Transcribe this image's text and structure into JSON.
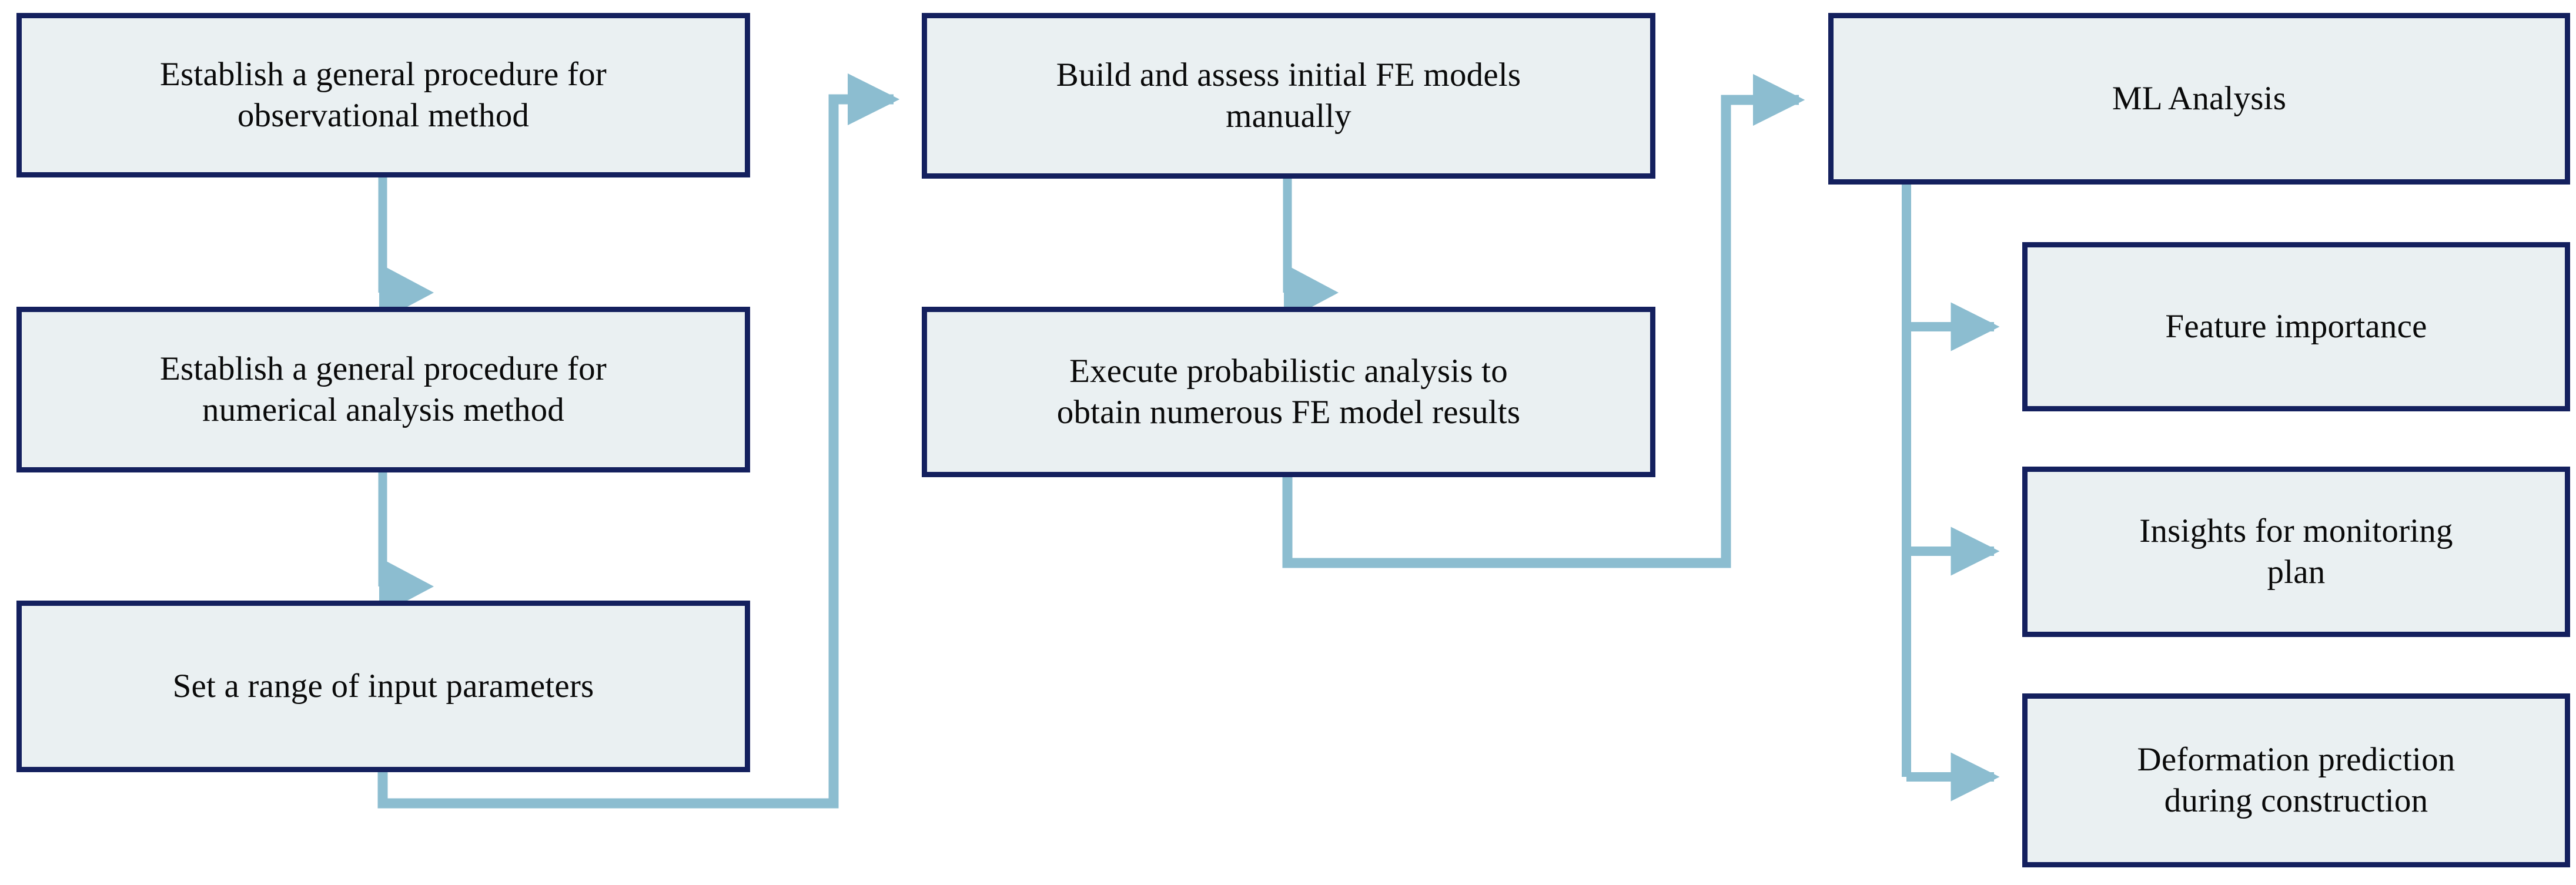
{
  "diagram": {
    "title": "Research workflow flowchart",
    "colors": {
      "node_fill": "#eaf0f2",
      "node_border": "#14205e",
      "connector": "#8cbdd0",
      "background": "#ffffff",
      "text": "#0a0a0a"
    },
    "nodes": [
      {
        "id": "observational",
        "label": "Establish a general procedure for\nobservational method"
      },
      {
        "id": "numerical",
        "label": "Establish a general procedure for\nnumerical analysis method"
      },
      {
        "id": "params",
        "label": "Set a range of input parameters"
      },
      {
        "id": "build",
        "label": "Build and assess initial FE models\nmanually"
      },
      {
        "id": "execute",
        "label": "Execute probabilistic analysis to\nobtain numerous FE model results"
      },
      {
        "id": "ml",
        "label": "ML Analysis"
      },
      {
        "id": "feature",
        "label": "Feature importance"
      },
      {
        "id": "insights",
        "label": "Insights for monitoring\nplan"
      },
      {
        "id": "deformation",
        "label": "Deformation prediction\nduring construction"
      }
    ],
    "edges": [
      {
        "id": "e1",
        "from": "observational",
        "to": "numerical",
        "style": "straight-down",
        "arrow": true
      },
      {
        "id": "e2",
        "from": "numerical",
        "to": "params",
        "style": "straight-down",
        "arrow": true
      },
      {
        "id": "e3",
        "from": "params",
        "to": "build",
        "style": "elbow-down-right-up",
        "arrow": true
      },
      {
        "id": "e4",
        "from": "build",
        "to": "execute",
        "style": "straight-down",
        "arrow": true
      },
      {
        "id": "e5",
        "from": "execute",
        "to": "ml",
        "style": "elbow-down-right-up",
        "arrow": true
      },
      {
        "id": "e6",
        "from": "ml",
        "to": "feature",
        "style": "trunk-branch-right",
        "arrow": true
      },
      {
        "id": "e7",
        "from": "ml",
        "to": "insights",
        "style": "trunk-branch-right",
        "arrow": true
      },
      {
        "id": "e8",
        "from": "ml",
        "to": "deformation",
        "style": "trunk-branch-right",
        "arrow": true
      }
    ]
  }
}
